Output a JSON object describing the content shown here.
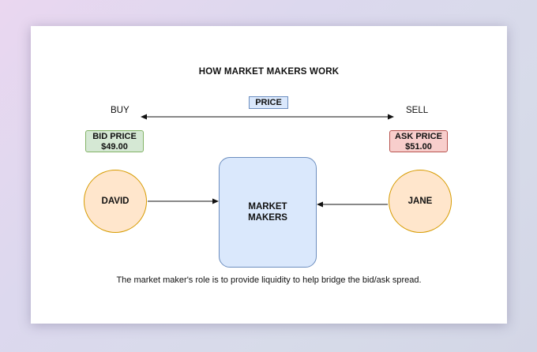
{
  "diagram": {
    "title": "HOW MARKET MAKERS WORK",
    "buy_label": "BUY",
    "sell_label": "SELL",
    "price_label": "PRICE",
    "bid": {
      "label": "BID PRICE",
      "value": "$49.00"
    },
    "ask": {
      "label": "ASK PRICE",
      "value": "$51.00"
    },
    "buyer_name": "DAVID",
    "seller_name": "JANE",
    "center_label_line1": "MARKET",
    "center_label_line2": "MAKERS",
    "caption": "The market maker's role is to provide liquidity to help bridge the bid/ask spread."
  },
  "colors": {
    "price_fill": "#dae8fc",
    "bid_fill": "#d5e8d4",
    "ask_fill": "#f8cecc",
    "person_fill": "#ffe6cc",
    "center_fill": "#dae8fc"
  }
}
